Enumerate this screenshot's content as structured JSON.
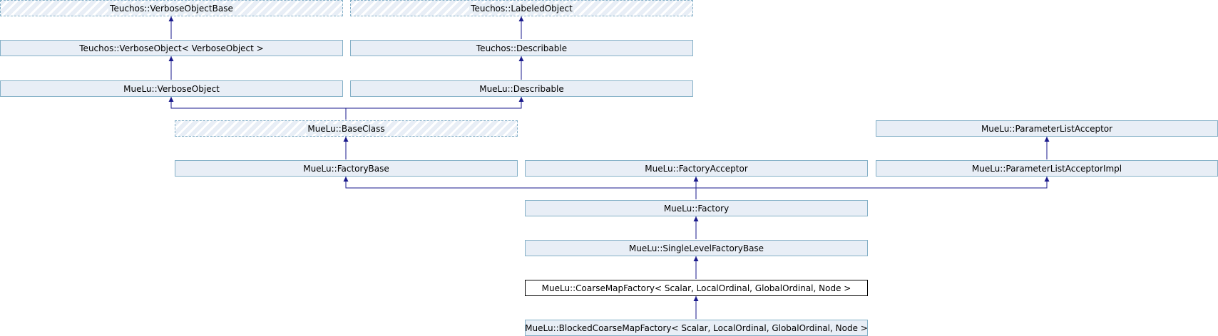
{
  "nodes": {
    "verbose_object_base": "Teuchos::VerboseObjectBase",
    "labeled_object": "Teuchos::LabeledObject",
    "teuchos_verbose_object": "Teuchos::VerboseObject< VerboseObject >",
    "teuchos_describable": "Teuchos::Describable",
    "muelu_verbose_object": "MueLu::VerboseObject",
    "muelu_describable": "MueLu::Describable",
    "base_class": "MueLu::BaseClass",
    "parameter_list_acceptor": "MueLu::ParameterListAcceptor",
    "factory_base": "MueLu::FactoryBase",
    "factory_acceptor": "MueLu::FactoryAcceptor",
    "parameter_list_acceptor_impl": "MueLu::ParameterListAcceptorImpl",
    "factory": "MueLu::Factory",
    "single_level_factory_base": "MueLu::SingleLevelFactoryBase",
    "coarse_map_factory": "MueLu::CoarseMapFactory< Scalar, LocalOrdinal, GlobalOrdinal, Node >",
    "blocked_coarse_map_factory": "MueLu::BlockedCoarseMapFactory< Scalar, LocalOrdinal, GlobalOrdinal, Node >"
  },
  "colors": {
    "node_fill": "#e8eef6",
    "node_border": "#84b0c7",
    "edge": "#1a1a8c",
    "current_border": "#000000"
  }
}
